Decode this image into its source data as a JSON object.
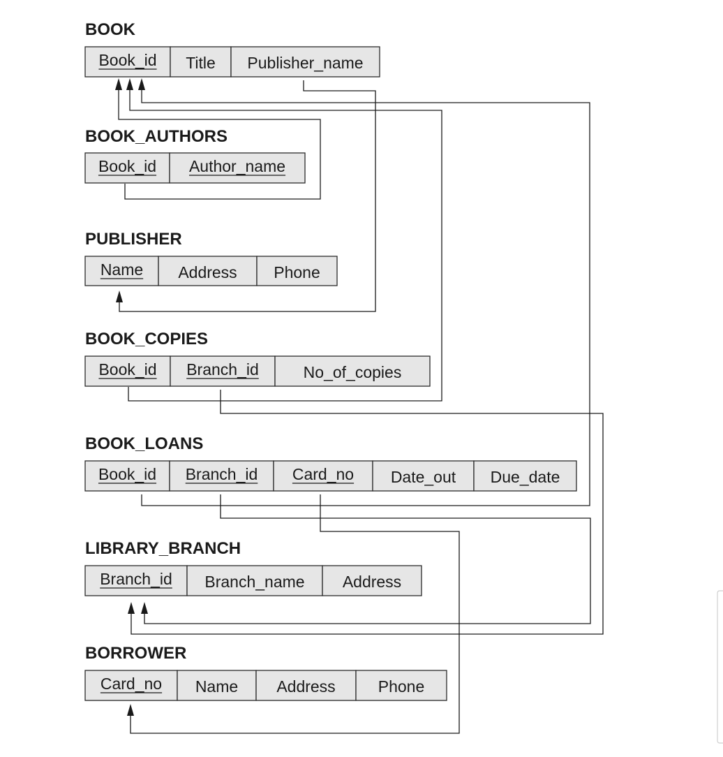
{
  "relations": [
    {
      "id": "book",
      "name": "BOOK",
      "attributes": [
        {
          "name": "Book_id",
          "pk": true
        },
        {
          "name": "Title",
          "pk": false
        },
        {
          "name": "Publisher_name",
          "pk": false
        }
      ]
    },
    {
      "id": "book_authors",
      "name": "BOOK_AUTHORS",
      "attributes": [
        {
          "name": "Book_id",
          "pk": true
        },
        {
          "name": "Author_name",
          "pk": true
        }
      ]
    },
    {
      "id": "publisher",
      "name": "PUBLISHER",
      "attributes": [
        {
          "name": "Name",
          "pk": true
        },
        {
          "name": "Address",
          "pk": false
        },
        {
          "name": "Phone",
          "pk": false
        }
      ]
    },
    {
      "id": "book_copies",
      "name": "BOOK_COPIES",
      "attributes": [
        {
          "name": "Book_id",
          "pk": true
        },
        {
          "name": "Branch_id",
          "pk": true
        },
        {
          "name": "No_of_copies",
          "pk": false
        }
      ]
    },
    {
      "id": "book_loans",
      "name": "BOOK_LOANS",
      "attributes": [
        {
          "name": "Book_id",
          "pk": true
        },
        {
          "name": "Branch_id",
          "pk": true
        },
        {
          "name": "Card_no",
          "pk": true
        },
        {
          "name": "Date_out",
          "pk": false
        },
        {
          "name": "Due_date",
          "pk": false
        }
      ]
    },
    {
      "id": "library_branch",
      "name": "LIBRARY_BRANCH",
      "attributes": [
        {
          "name": "Branch_id",
          "pk": true
        },
        {
          "name": "Branch_name",
          "pk": false
        },
        {
          "name": "Address",
          "pk": false
        }
      ]
    },
    {
      "id": "borrower",
      "name": "BORROWER",
      "attributes": [
        {
          "name": "Card_no",
          "pk": true
        },
        {
          "name": "Name",
          "pk": false
        },
        {
          "name": "Address",
          "pk": false
        },
        {
          "name": "Phone",
          "pk": false
        }
      ]
    }
  ],
  "foreign_keys": [
    {
      "from": "BOOK_AUTHORS.Book_id",
      "to": "BOOK.Book_id"
    },
    {
      "from": "BOOK.Publisher_name",
      "to": "PUBLISHER.Name"
    },
    {
      "from": "BOOK_COPIES.Book_id",
      "to": "BOOK.Book_id"
    },
    {
      "from": "BOOK_COPIES.Branch_id",
      "to": "LIBRARY_BRANCH.Branch_id"
    },
    {
      "from": "BOOK_LOANS.Book_id",
      "to": "BOOK.Book_id"
    },
    {
      "from": "BOOK_LOANS.Branch_id",
      "to": "LIBRARY_BRANCH.Branch_id"
    },
    {
      "from": "BOOK_LOANS.Card_no",
      "to": "BORROWER.Card_no"
    }
  ],
  "colors": {
    "cell_fill": "#e6e6e6",
    "stroke": "#2a2a2a",
    "text": "#1a1a1a",
    "background": "#ffffff"
  }
}
